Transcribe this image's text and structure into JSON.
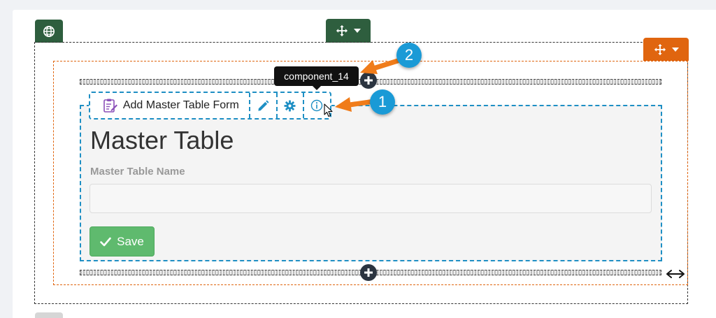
{
  "component": {
    "toolbar_label": "Add Master Table Form",
    "tooltip": "component_14"
  },
  "form": {
    "title": "Master Table",
    "field_label": "Master Table Name",
    "field_value": "",
    "save_label": "Save"
  },
  "annotations": [
    {
      "number": "1"
    },
    {
      "number": "2"
    }
  ],
  "icons": {
    "globe": "globe-icon",
    "move": "move-icon",
    "caret": "caret-down-icon",
    "form": "form-edit-icon",
    "pencil": "pencil-icon",
    "gear": "gear-icon",
    "info": "info-icon",
    "plus": "plus-icon",
    "check": "check-icon",
    "resize": "horizontal-resize-icon",
    "cursor": "mouse-cursor-icon",
    "arrow": "annotation-arrow"
  },
  "colors": {
    "green_tab": "#2e5e3e",
    "orange_tab": "#e0650f",
    "blue_dash": "#1e8fc4",
    "save_button": "#5fba6e",
    "badge": "#1a9ad6",
    "arrow": "#f07c1a",
    "tooltip_bg": "#111111"
  }
}
